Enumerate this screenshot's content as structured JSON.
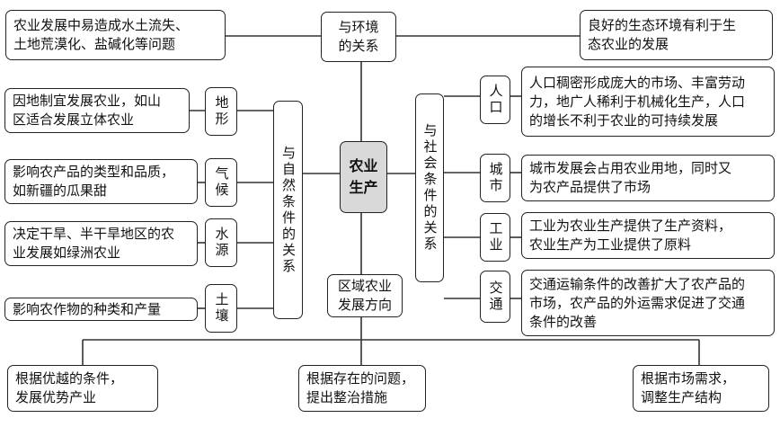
{
  "center": "农业\n生产",
  "env": {
    "title": "与环境\n的关系",
    "left": "农业发展中易造成水土流失、\n土地荒漠化、盐碱化等问题",
    "right": "良好的生态环境有利于生\n态农业的发展"
  },
  "natural": {
    "title": "与自然条件的关系",
    "items": [
      {
        "factor": "地形",
        "text": "因地制宜发展农业，如山\n区适合发展立体农业"
      },
      {
        "factor": "气候",
        "text": "影响农产品的类型和品质，\n如新疆的瓜果甜"
      },
      {
        "factor": "水源",
        "text": "决定干旱、半干旱地区的农\n业发展如绿洲农业"
      },
      {
        "factor": "土壤",
        "text": "影响农作物的种类和产量"
      }
    ]
  },
  "social": {
    "title": "与社会条件的关系",
    "items": [
      {
        "factor": "人口",
        "text": "人口稠密形成庞大的市场、丰富劳动\n力，地广人稀利于机械化生产，人口\n的增长不利于农业的可持续发展"
      },
      {
        "factor": "城市",
        "text": "城市发展会占用农业用地，同时又\n为农产品提供了市场"
      },
      {
        "factor": "工业",
        "text": "工业为农业生产提供了生产资料，\n农业生产为工业提供了原料"
      },
      {
        "factor": "交通",
        "text": "交通运输条件的改善扩大了农产品的\n市场，农产品的外运需求促进了交通\n条件的改善"
      }
    ]
  },
  "direction": {
    "title": "区域农业\n发展方向",
    "items": [
      "根据优越的条件，\n发展优势产业",
      "根据存在的问题，\n提出整治措施",
      "根据市场需求，\n调整生产结构"
    ]
  }
}
